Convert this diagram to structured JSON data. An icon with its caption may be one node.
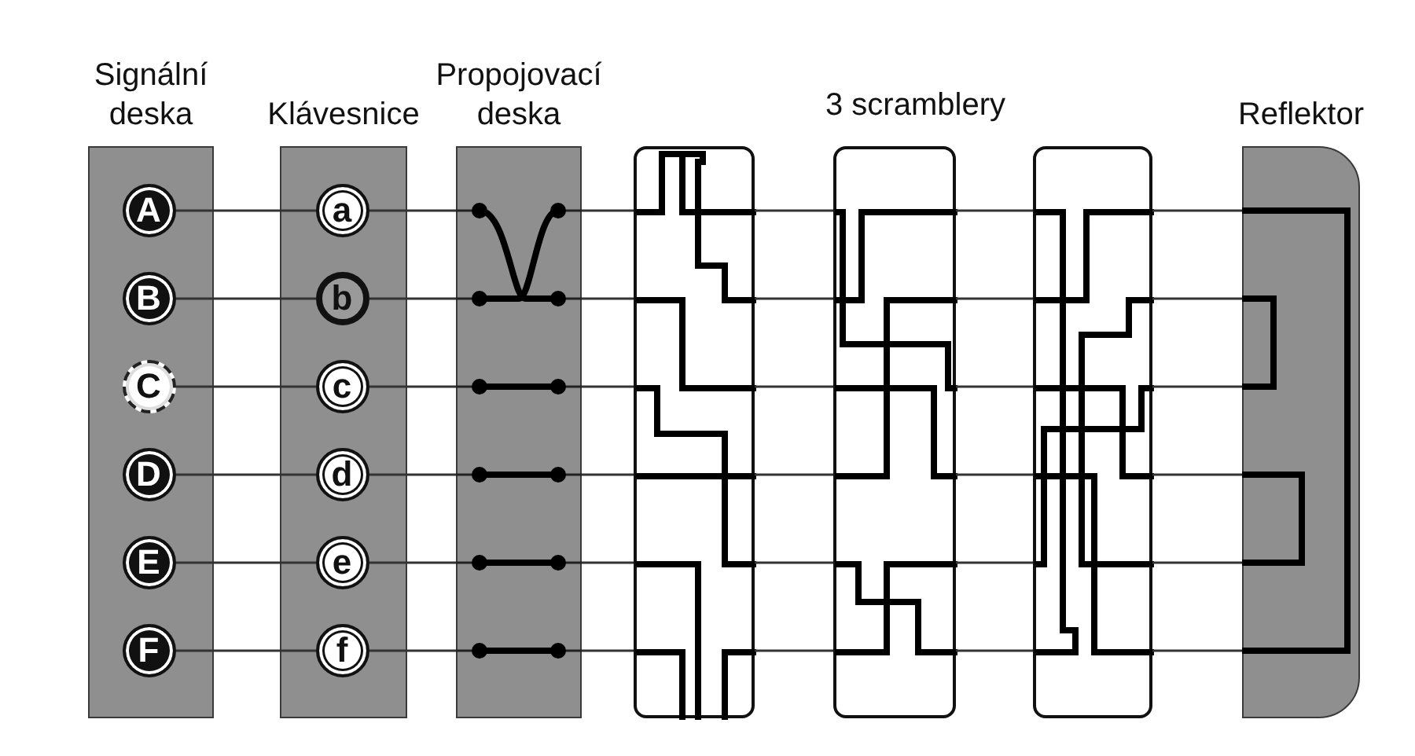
{
  "diagram": {
    "nodes": [
      {
        "text": [
          "Signální deska"
        ]
      },
      {
        "text": [
          "A"
        ],
        "in": 0
      },
      {
        "text": [
          "B"
        ],
        "in": 0
      },
      {
        "text": [
          "C"
        ],
        "in": 0
      },
      {
        "text": [
          "D"
        ],
        "in": 0
      },
      {
        "text": [
          "E"
        ],
        "in": 0
      },
      {
        "text": [
          "F"
        ],
        "in": 0
      },
      {
        "text": [
          "Klávesnice"
        ]
      },
      {
        "text": [
          "a"
        ],
        "in": 7
      },
      {
        "text": [
          "b"
        ],
        "in": 7
      },
      {
        "text": [
          "c"
        ],
        "in": 7
      },
      {
        "text": [
          "d"
        ],
        "in": 7
      },
      {
        "text": [
          "e"
        ],
        "in": 7
      },
      {
        "text": [
          "f"
        ],
        "in": 7
      },
      {
        "text": [
          "Propojovací deska"
        ]
      },
      {
        "text": [],
        "shape": "box"
      },
      {
        "text": [],
        "shape": "box"
      },
      {
        "text": [],
        "shape": "box"
      },
      {
        "text": [
          "Reflektor"
        ]
      }
    ],
    "edges": [
      {
        "from": 1,
        "to": 8,
        "arrow": "none"
      },
      {
        "from": 8,
        "to": 14,
        "arrow": "none"
      },
      {
        "from": 14,
        "to": 15,
        "arrow": "none"
      },
      {
        "from": 15,
        "to": 16,
        "arrow": "none"
      },
      {
        "from": 16,
        "to": 17,
        "arrow": "none"
      },
      {
        "from": 17,
        "to": 18,
        "arrow": "none"
      },
      {
        "from": 2,
        "to": 9,
        "arrow": "none"
      },
      {
        "from": 9,
        "to": 14,
        "arrow": "none"
      },
      {
        "from": 14,
        "to": 15,
        "arrow": "none"
      },
      {
        "from": 15,
        "to": 16,
        "arrow": "none"
      },
      {
        "from": 16,
        "to": 17,
        "arrow": "none"
      },
      {
        "from": 17,
        "to": 18,
        "arrow": "none"
      },
      {
        "from": 3,
        "to": 10,
        "arrow": "none"
      },
      {
        "from": 10,
        "to": 14,
        "arrow": "none"
      },
      {
        "from": 14,
        "to": 15,
        "arrow": "none"
      },
      {
        "from": 15,
        "to": 16,
        "arrow": "none"
      },
      {
        "from": 16,
        "to": 17,
        "arrow": "none"
      },
      {
        "from": 17,
        "to": 18,
        "arrow": "none"
      },
      {
        "from": 4,
        "to": 11,
        "arrow": "none"
      },
      {
        "from": 11,
        "to": 14,
        "arrow": "none"
      },
      {
        "from": 14,
        "to": 15,
        "arrow": "none"
      },
      {
        "from": 15,
        "to": 16,
        "arrow": "none"
      },
      {
        "from": 16,
        "to": 17,
        "arrow": "none"
      },
      {
        "from": 17,
        "to": 18,
        "arrow": "none"
      },
      {
        "from": 5,
        "to": 12,
        "arrow": "none"
      },
      {
        "from": 12,
        "to": 14,
        "arrow": "none"
      },
      {
        "from": 14,
        "to": 15,
        "arrow": "none"
      },
      {
        "from": 15,
        "to": 16,
        "arrow": "none"
      },
      {
        "from": 16,
        "to": 17,
        "arrow": "none"
      },
      {
        "from": 17,
        "to": 18,
        "arrow": "none"
      },
      {
        "from": 6,
        "to": 13,
        "arrow": "none"
      },
      {
        "from": 13,
        "to": 14,
        "arrow": "none"
      },
      {
        "from": 14,
        "to": 15,
        "arrow": "none"
      },
      {
        "from": 15,
        "to": 16,
        "arrow": "none"
      },
      {
        "from": 16,
        "to": 17,
        "arrow": "none"
      },
      {
        "from": 17,
        "to": 18,
        "arrow": "none"
      }
    ],
    "labels": [
      "3 scramblery"
    ]
  }
}
